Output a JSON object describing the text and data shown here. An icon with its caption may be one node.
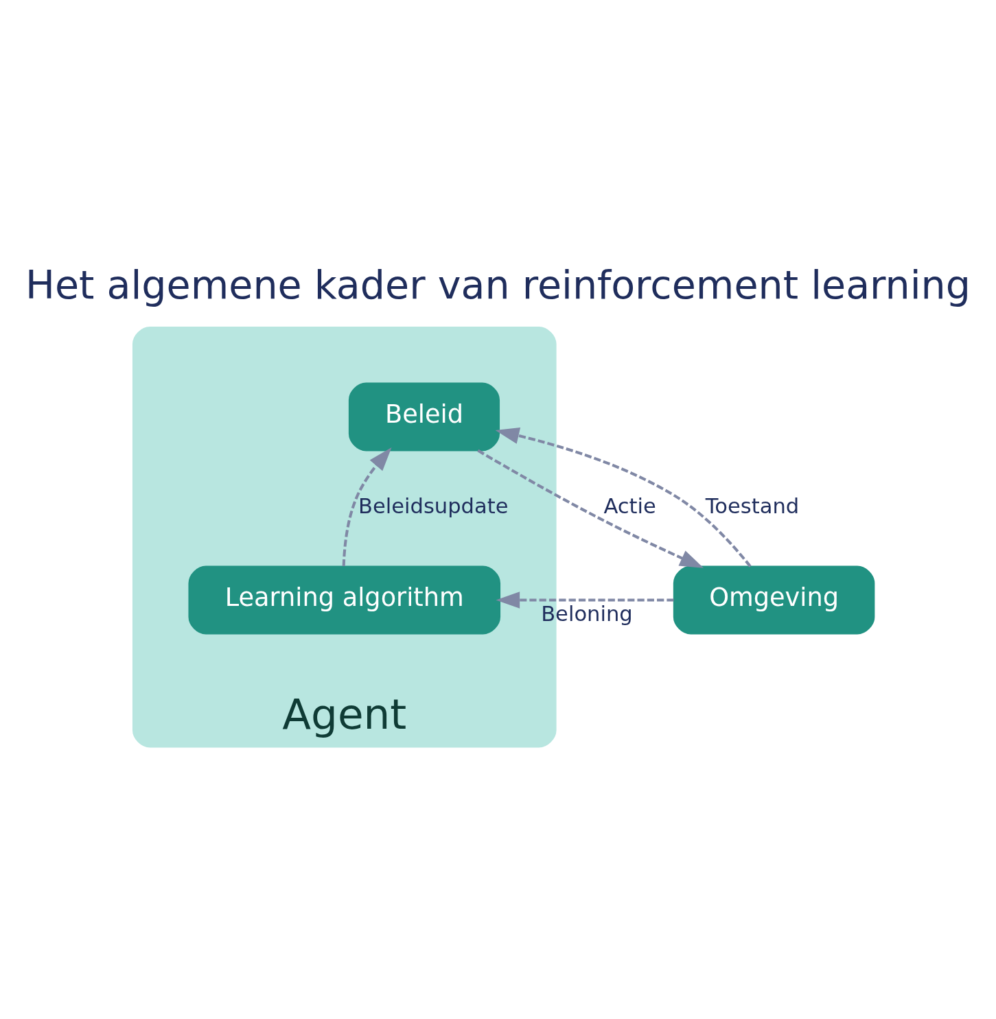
{
  "diagram": {
    "title": "Het algemene kader van reinforcement learning",
    "nodes": [
      {
        "text": [
          "Agent"
        ]
      },
      {
        "text": [
          "Beleid"
        ],
        "in": 0
      },
      {
        "text": [
          "Learning algorithm"
        ],
        "in": 0
      },
      {
        "text": [
          "Omgeving"
        ]
      }
    ],
    "edges": [
      {
        "from": 3,
        "to": 1,
        "arrow": "to",
        "label": "Toestand",
        "style": "dashed"
      },
      {
        "from": 1,
        "to": 3,
        "arrow": "to",
        "label": "Actie",
        "style": "dashed"
      },
      {
        "from": 2,
        "to": 1,
        "arrow": "to",
        "label": "Beleidsupdate",
        "style": "dashed"
      },
      {
        "from": 3,
        "to": 2,
        "arrow": "to",
        "label": "Beloning",
        "style": "dashed"
      }
    ]
  }
}
